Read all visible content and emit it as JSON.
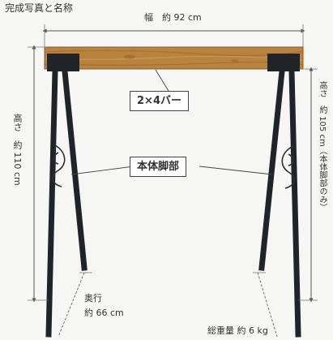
{
  "title": "完成写真と名称",
  "labels": {
    "width": "幅　約 92 cm",
    "bar": "2×4バー",
    "body": "本体脚部",
    "height": "高さ　約 110 cm",
    "inner_height": "高さ　約 105 cm（本体脚部のみ）",
    "depth_line1": "奥行",
    "depth_line2": "約 66 cm",
    "weight": "総重量 約 6 kg"
  },
  "colors": {
    "wood": "#b8823f",
    "wood_dark": "#8a5a2a",
    "steel": "#1f2428",
    "dimension_line": "#555555",
    "background": "#f6f6f4"
  }
}
